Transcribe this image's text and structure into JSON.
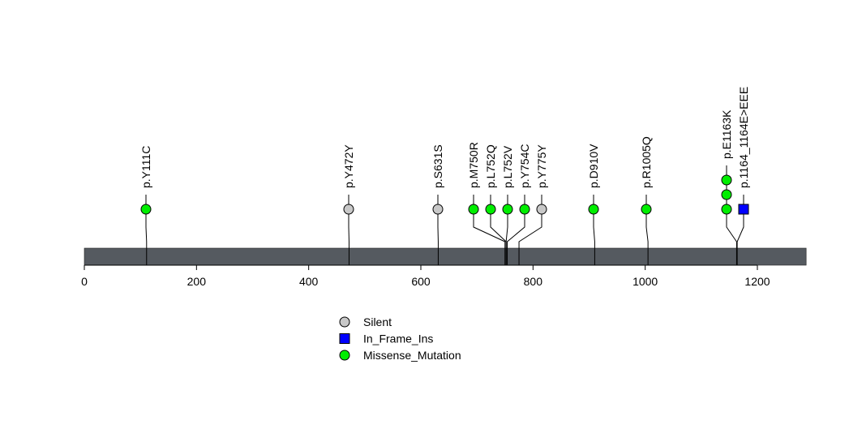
{
  "chart_data": {
    "type": "lollipop",
    "protein_length": 1287,
    "xlim": [
      0,
      1287
    ],
    "ticks": [
      0,
      200,
      400,
      600,
      800,
      1000,
      1200
    ],
    "colors": {
      "Silent": "#c8c8c8",
      "In_Frame_Ins": "#0000ff",
      "Missense_Mutation": "#00ee00",
      "bar": "#555a60"
    },
    "mutations": [
      {
        "label": "p.Y111C",
        "position": 111,
        "type": "Missense_Mutation",
        "count": 1
      },
      {
        "label": "p.Y472Y",
        "position": 472,
        "type": "Silent",
        "count": 1
      },
      {
        "label": "p.S631S",
        "position": 631,
        "type": "Silent",
        "count": 1
      },
      {
        "label": "p.M750R",
        "position": 750,
        "type": "Missense_Mutation",
        "count": 1
      },
      {
        "label": "p.L752Q",
        "position": 752,
        "type": "Missense_Mutation",
        "count": 1
      },
      {
        "label": "p.L752V",
        "position": 752,
        "type": "Missense_Mutation",
        "count": 1
      },
      {
        "label": "p.Y754C",
        "position": 754,
        "type": "Missense_Mutation",
        "count": 1
      },
      {
        "label": "p.Y775Y",
        "position": 775,
        "type": "Silent",
        "count": 1
      },
      {
        "label": "p.D910V",
        "position": 910,
        "type": "Missense_Mutation",
        "count": 1
      },
      {
        "label": "p.R1005Q",
        "position": 1005,
        "type": "Missense_Mutation",
        "count": 1
      },
      {
        "label": "p.E1163K",
        "position": 1163,
        "type": "Missense_Mutation",
        "count": 3
      },
      {
        "label": "p.1164_1164E>EEE",
        "position": 1164,
        "type": "In_Frame_Ins",
        "count": 1
      }
    ],
    "legend": [
      {
        "label": "Silent",
        "type": "Silent",
        "shape": "circle"
      },
      {
        "label": "In_Frame_Ins",
        "type": "In_Frame_Ins",
        "shape": "square"
      },
      {
        "label": "Missense_Mutation",
        "type": "Missense_Mutation",
        "shape": "circle"
      }
    ],
    "legend_placement": "bottom-center"
  }
}
